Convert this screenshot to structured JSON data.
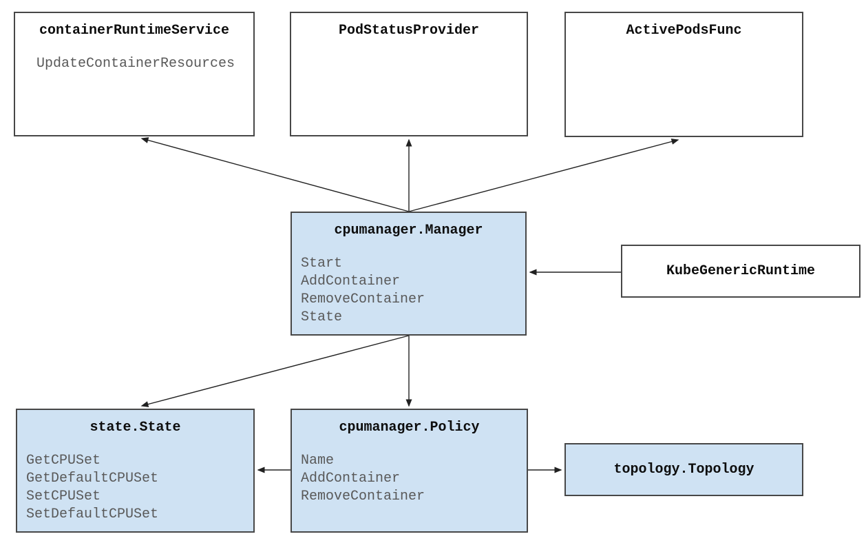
{
  "diagram": {
    "description": "kubelet CPU Manager architecture diagram",
    "colors": {
      "background": "#ffffff",
      "box_fill_white": "#ffffff",
      "box_fill_blue": "#cfe2f3",
      "box_border": "#474747",
      "title_text": "#0d0d0d",
      "method_text": "#595959",
      "arrow": "#212121"
    },
    "nodes": {
      "containerRuntimeService": {
        "title": "containerRuntimeService",
        "methods": [
          "UpdateContainerResources"
        ],
        "fill": "white"
      },
      "podStatusProvider": {
        "title": "PodStatusProvider",
        "methods": [],
        "fill": "white"
      },
      "activePodsFunc": {
        "title": "ActivePodsFunc",
        "methods": [],
        "fill": "white"
      },
      "manager": {
        "title": "cpumanager.Manager",
        "methods": [
          "Start",
          "AddContainer",
          "RemoveContainer",
          "State"
        ],
        "fill": "blue"
      },
      "kubeGenericRuntime": {
        "title": "KubeGenericRuntime",
        "methods": [],
        "fill": "white"
      },
      "state": {
        "title": "state.State",
        "methods": [
          "GetCPUSet",
          "GetDefaultCPUSet",
          "SetCPUSet",
          "SetDefaultCPUSet"
        ],
        "fill": "blue"
      },
      "policy": {
        "title": "cpumanager.Policy",
        "methods": [
          "Name",
          "AddContainer",
          "RemoveContainer"
        ],
        "fill": "blue"
      },
      "topology": {
        "title": "topology.Topology",
        "methods": [],
        "fill": "blue"
      }
    },
    "edges": [
      {
        "from": "manager",
        "to": "containerRuntimeService"
      },
      {
        "from": "manager",
        "to": "podStatusProvider"
      },
      {
        "from": "manager",
        "to": "activePodsFunc"
      },
      {
        "from": "kubeGenericRuntime",
        "to": "manager"
      },
      {
        "from": "manager",
        "to": "state"
      },
      {
        "from": "manager",
        "to": "policy"
      },
      {
        "from": "policy",
        "to": "state"
      },
      {
        "from": "policy",
        "to": "topology"
      }
    ]
  }
}
